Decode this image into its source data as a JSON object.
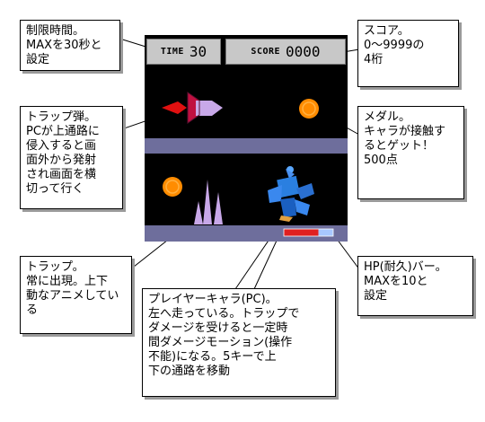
{
  "hud": {
    "time_label": "TIME",
    "time_value": "30",
    "score_label": "SCORE",
    "score_value": "0000",
    "hp_fraction": 0.7
  },
  "callouts": {
    "time_note": "制限時間。\nMAXを30秒と\n設定",
    "score_note": "スコア。\n0～9999の\n4桁",
    "trap_bullet_note": "トラップ弾。\nPCが上通路に\n侵入すると画\n面外から発射\nされ画面を横\n切って行く",
    "medal_note": "メダル。\nキャラが接触す\nるとゲット！\n500点",
    "trap_note": "トラップ。\n常に出現。上下\n動なアニメしてい\nる",
    "player_note": "プレイヤーキャラ(PC)。\n左へ走っている。トラップで\nダメージを受けると一定時\n間ダメージモーション(操作\n不能)になる。5キーで上\n下の通路を移動",
    "hp_note": "HP(耐久)バー。\nMAXを10と\n設定"
  },
  "colors": {
    "screen": "#000000",
    "road": "#6e6e9c",
    "medal": "#ff8c00",
    "trap": "#c8a8e8",
    "player": "#2a7fe0",
    "hp_fill": "#e02020",
    "hp_empty": "#a8c8ff"
  }
}
